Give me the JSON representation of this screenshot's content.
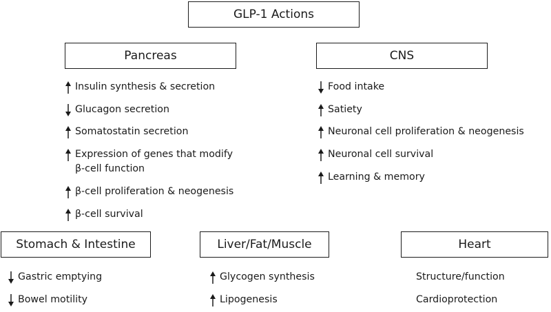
{
  "title": "GLP-1 Actions",
  "sections": {
    "pancreas": {
      "label": "Pancreas",
      "items": [
        {
          "dir": "up",
          "lines": [
            "Insulin synthesis & secretion"
          ]
        },
        {
          "dir": "down",
          "lines": [
            "Glucagon secretion"
          ]
        },
        {
          "dir": "up",
          "lines": [
            "Somatostatin secretion"
          ]
        },
        {
          "dir": "up",
          "lines": [
            "Expression of genes that modify",
            "β-cell function"
          ]
        },
        {
          "dir": "up",
          "lines": [
            "β-cell proliferation & neogenesis"
          ]
        },
        {
          "dir": "up",
          "lines": [
            "β-cell survival"
          ]
        }
      ]
    },
    "cns": {
      "label": "CNS",
      "items": [
        {
          "dir": "down",
          "lines": [
            "Food intake"
          ]
        },
        {
          "dir": "up",
          "lines": [
            "Satiety"
          ]
        },
        {
          "dir": "up",
          "lines": [
            "Neuronal cell proliferation & neogenesis"
          ]
        },
        {
          "dir": "up",
          "lines": [
            "Neuronal cell survival"
          ]
        },
        {
          "dir": "up",
          "lines": [
            "Learning & memory"
          ]
        }
      ]
    },
    "stomach": {
      "label": "Stomach & Intestine",
      "items": [
        {
          "dir": "down",
          "lines": [
            "Gastric emptying"
          ]
        },
        {
          "dir": "down",
          "lines": [
            "Bowel motility"
          ]
        }
      ]
    },
    "liver": {
      "label": "Liver/Fat/Muscle",
      "items": [
        {
          "dir": "up",
          "lines": [
            "Glycogen synthesis"
          ]
        },
        {
          "dir": "up",
          "lines": [
            "Lipogenesis"
          ]
        }
      ]
    },
    "heart": {
      "label": "Heart",
      "items": [
        {
          "dir": "none",
          "lines": [
            "Structure/function"
          ]
        },
        {
          "dir": "none",
          "lines": [
            "Cardioprotection"
          ]
        }
      ]
    }
  }
}
